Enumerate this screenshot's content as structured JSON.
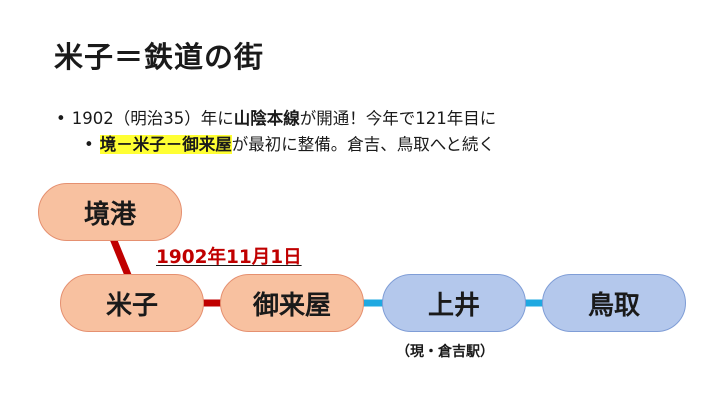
{
  "title": "米子＝鉄道の街",
  "bullets": {
    "line1": {
      "mark": "•",
      "prefix": "1902（明治35）年に",
      "bold": "山陰本線",
      "suffix": "が開通！今年で121年目に"
    },
    "line2": {
      "mark": "•",
      "highlight": "境－米子－御来屋",
      "suffix": "が最初に整備。倉吉、鳥取へと続く"
    }
  },
  "diagram": {
    "stations": {
      "sakaiminato": "境港",
      "yonago": "米子",
      "gorai": "御来屋",
      "agei": "上井",
      "tottori": "鳥取"
    },
    "opening_date": "1902年11月1日",
    "agei_note": "（現・倉吉駅）",
    "colors": {
      "opened_line": "#c00000",
      "later_line": "#1fa9e1",
      "opened_station_fill": "#f8c1a0",
      "later_station_fill": "#b4c8ec"
    }
  }
}
